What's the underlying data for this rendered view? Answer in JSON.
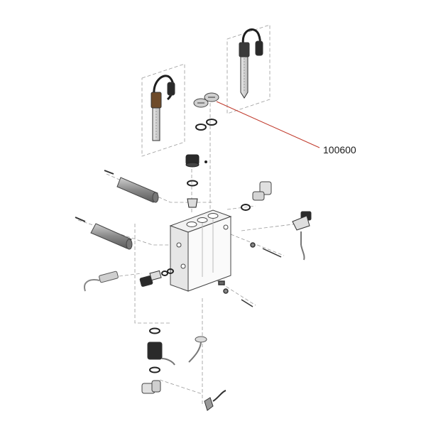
{
  "diagram": {
    "type": "exploded-parts-view",
    "callouts": [
      {
        "part_number": "100600",
        "target": "plug-caps"
      }
    ],
    "colors": {
      "line": "#555555",
      "dash": "#9a9a9a",
      "leader": "#c0392b",
      "part_fill": "#ffffff",
      "dark_part": "#2a2a2a",
      "roller": "#9a9a9a"
    }
  }
}
